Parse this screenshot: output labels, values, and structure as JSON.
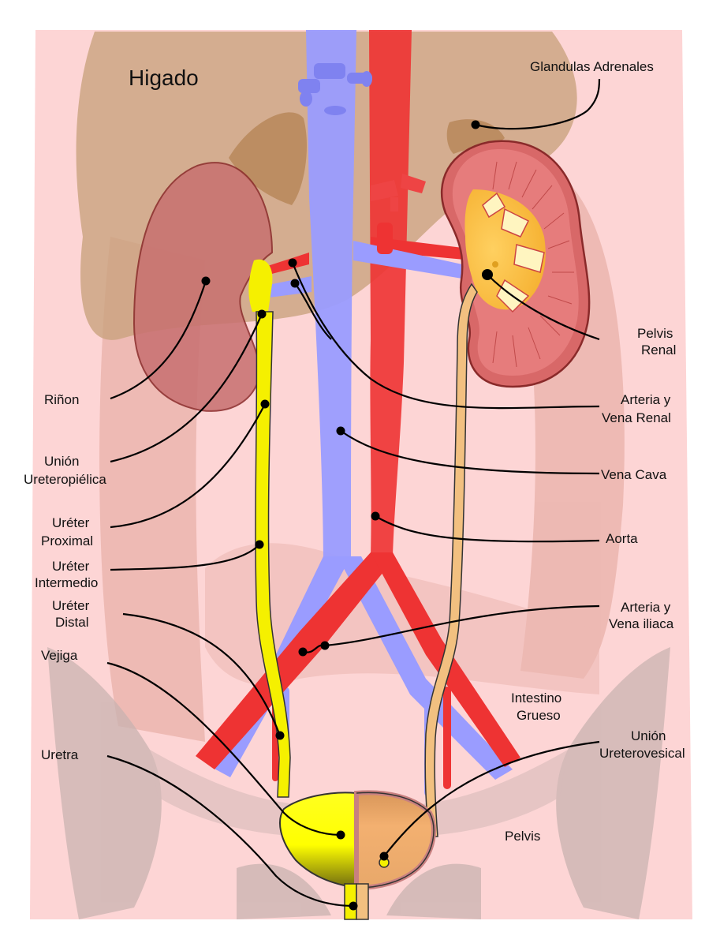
{
  "labels": {
    "liver": "Higado",
    "adrenal": "Glandulas Adrenales",
    "kidney": "Riñon",
    "renal_pelvis_line1": "Pelvis",
    "renal_pelvis_line2": "Renal",
    "renal_vessels_line1": "Arteria y",
    "renal_vessels_line2": "Vena Renal",
    "vena_cava": "Vena Cava",
    "aorta": "Aorta",
    "upj_line1": "Unión",
    "upj_line2": "Ureteropiélica",
    "proximal_line1": "Uréter",
    "proximal_line2": "Proximal",
    "intermediate_line1": "Uréter",
    "intermediate_line2": "Intermedio",
    "distal_line1": "Uréter",
    "distal_line2": "Distal",
    "iliac_line1": "Arteria y",
    "iliac_line2": "Vena iliaca",
    "bladder": "Vejiga",
    "colon_line1": "Intestino",
    "colon_line2": "Grueso",
    "uvj_line1": "Unión",
    "uvj_line2": "Ureterovesical",
    "urethra": "Uretra",
    "pelvis": "Pelvis"
  },
  "colors": {
    "body": "#fdd5d5",
    "liver": "#c9a27e",
    "kidney": "#c87070",
    "vein": "#9a9cff",
    "artery": "#ee3333",
    "ureter": "#f5f000",
    "bone": "#d8bcb4"
  }
}
